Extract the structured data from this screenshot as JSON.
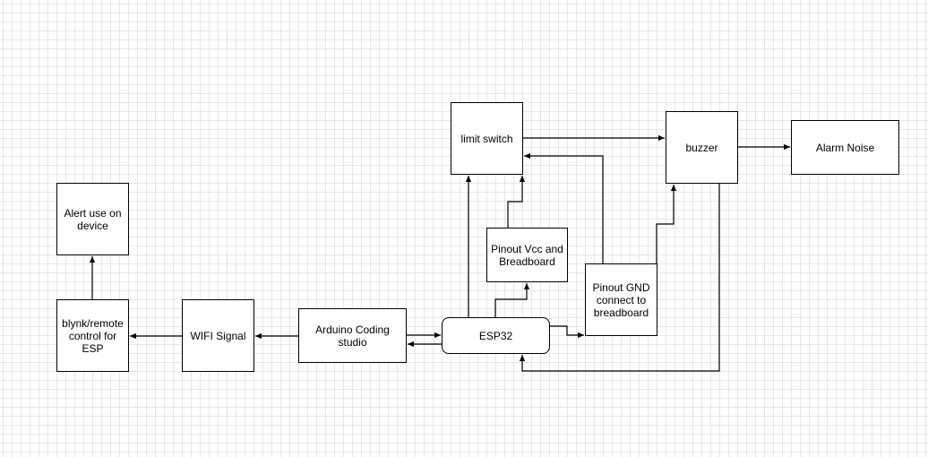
{
  "diagram": {
    "nodes": {
      "alert_use": {
        "label": "Alert use on device"
      },
      "blynk": {
        "label": "blynk/remote control for ESP"
      },
      "wifi": {
        "label": "WIFI Signal"
      },
      "arduino": {
        "label": "Arduino Coding studio"
      },
      "esp32": {
        "label": "ESP32"
      },
      "limit_switch": {
        "label": "limit switch"
      },
      "pinout_vcc": {
        "label": "Pinout  Vcc and Breadboard"
      },
      "pinout_gnd": {
        "label": "Pinout GND connect to breadboard"
      },
      "buzzer": {
        "label": "buzzer"
      },
      "alarm": {
        "label": "Alarm Noise"
      }
    },
    "colors": {
      "stroke": "#000000",
      "grid": "#e6e6e6",
      "background": "#ffffff"
    }
  }
}
